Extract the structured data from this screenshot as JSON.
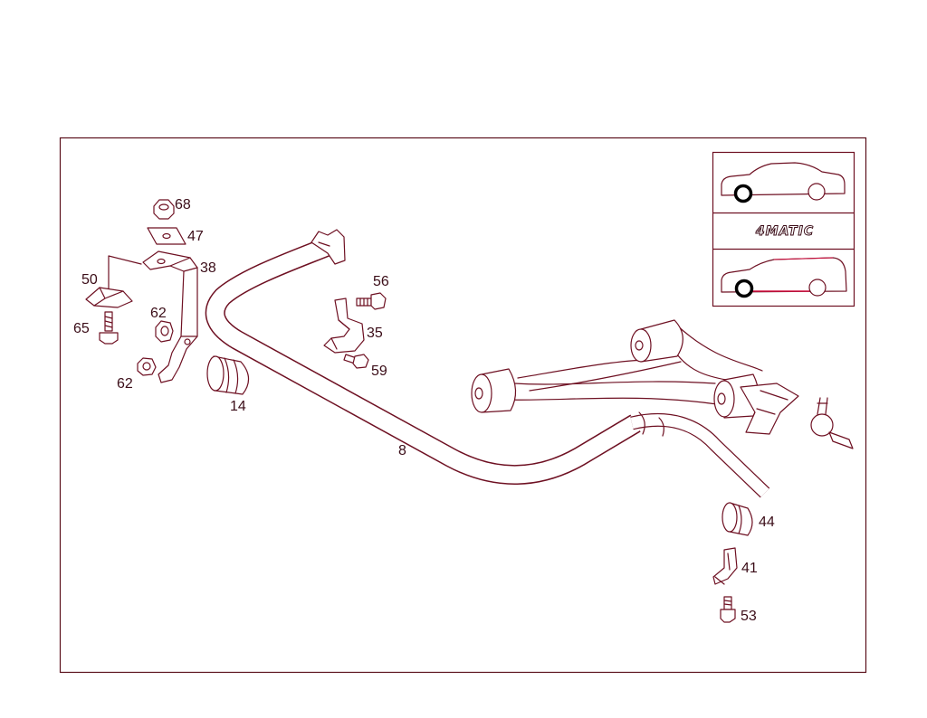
{
  "diagram": {
    "callouts": [
      "68",
      "47",
      "38",
      "50",
      "62",
      "65",
      "62",
      "14",
      "56",
      "35",
      "59",
      "8",
      "44",
      "41",
      "53"
    ],
    "inset": {
      "badge": "4MATIC"
    },
    "colors": {
      "line": "#6e1022",
      "text": "#3b0d18",
      "highlight": "#d01040"
    }
  }
}
